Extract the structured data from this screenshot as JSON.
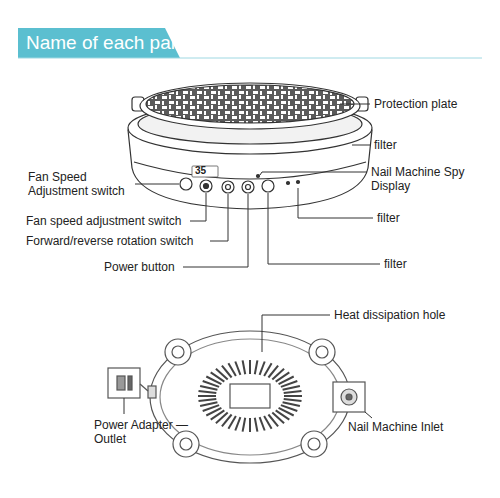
{
  "diagram": {
    "title": "Name of each part",
    "labels": [
      "35",
      "Protection plate",
      "filter",
      "Fan Speed Adjustment switch",
      "Nail Machine Spy Display",
      "filter",
      "Fan speed adjustment switch",
      "Forward/reverse rotation switch",
      "Power button",
      "filter",
      "Heat dissipation hole",
      "Power Adapter — Outlet",
      "Nail Machine Inlet"
    ]
  }
}
